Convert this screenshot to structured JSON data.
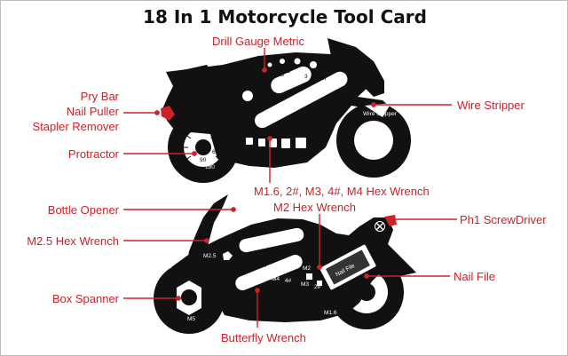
{
  "title": "18 In 1 Motorcycle Tool Card",
  "accent_color": "#cc2229",
  "bike_color": "#111111",
  "labels": {
    "drill_gauge": "Drill Gauge Metric",
    "pry_bar": "Pry Bar",
    "nail_puller": "Nail Puller",
    "stapler_remover": "Stapler Remover",
    "wire_stripper": "Wire Stripper",
    "protractor": "Protractor",
    "hex_small": "M1.6, 2#, M3, 4#, M4 Hex Wrench",
    "bottle_opener": "Bottle Opener",
    "m2_hex": "M2 Hex Wrench",
    "screwdriver": "Ph1 ScrewDriver",
    "m25_hex": "M2.5 Hex Wrench",
    "nail_file": "Nail File",
    "box_spanner": "Box Spanner",
    "butterfly_wrench": "Butterfly Wrench"
  },
  "engravings": {
    "gauge_1": "1",
    "gauge_1_5": "1.5",
    "gauge_2mm": "2mm",
    "gauge_3": "3",
    "wire_stripper": "Wire Stripper",
    "butterfly_wrench": "Butterfly Wrench",
    "m2_5": "M2.5",
    "m2": "M2",
    "m4": "M4",
    "hash4": "4#",
    "m3": "M3",
    "hash2": "2#",
    "nail_file": "Nail File",
    "m1_6": "M1.6",
    "m5": "M5",
    "tick_30": "30",
    "tick_60": "60",
    "tick_90": "90",
    "tick_180": "180"
  }
}
